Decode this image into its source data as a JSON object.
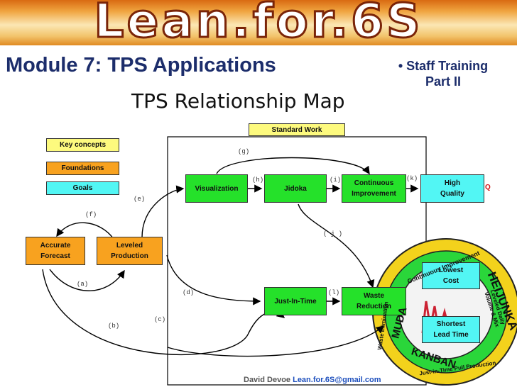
{
  "banner": {
    "logo_text": "Lean.for.6S"
  },
  "header": {
    "module_title": "Module 7: TPS Applications",
    "training_line1": "• Staff Training",
    "training_line2": "Part II",
    "map_title": "TPS Relationship Map"
  },
  "legend": {
    "key_concepts": "Key concepts",
    "foundations": "Foundations",
    "goals": "Goals"
  },
  "nodes": {
    "standard_work": "Standard Work",
    "visualization": "Visualization",
    "jidoka": "Jidoka",
    "continuous_1": "Continuous",
    "continuous_2": "Improvement",
    "high_1": "High",
    "high_2": "Quality",
    "accurate_1": "Accurate",
    "accurate_2": "Forecast",
    "leveled_1": "Leveled",
    "leveled_2": "Production",
    "jit": "Just-In-Time",
    "waste_1": "Waste",
    "waste_2": "Reduction",
    "lowest_1": "Lowest",
    "lowest_2": "Cost",
    "shortest_1": "Shortest",
    "shortest_2": "Lead Time",
    "q": "Q"
  },
  "edge_labels": {
    "a": "(a)",
    "b": "(b)",
    "c": "(c)",
    "d": "(d)",
    "e": "(e)",
    "f": "(f)",
    "g": "(g)",
    "h": "(h)",
    "i": "(i)",
    "j": "( j )",
    "k": "(k)",
    "l": "(l)"
  },
  "wheel": {
    "words": [
      "Continuous Improvement",
      "HEIJUNKA",
      "Leveled Daily Volume & Mix",
      "KANBAN",
      "Just-in-Time Pull Production",
      "Waste Elimination",
      "MUDA"
    ]
  },
  "footer": {
    "author": "David Devoe",
    "email": "Lean.for.6S@gmail.com"
  },
  "colors": {
    "concepts": "#25e12a",
    "foundations": "#f8a21f",
    "goals": "#52f6f4",
    "key": "#fdfa7e",
    "brand_orange": "#f0a540",
    "title_navy": "#1c2d6b"
  }
}
